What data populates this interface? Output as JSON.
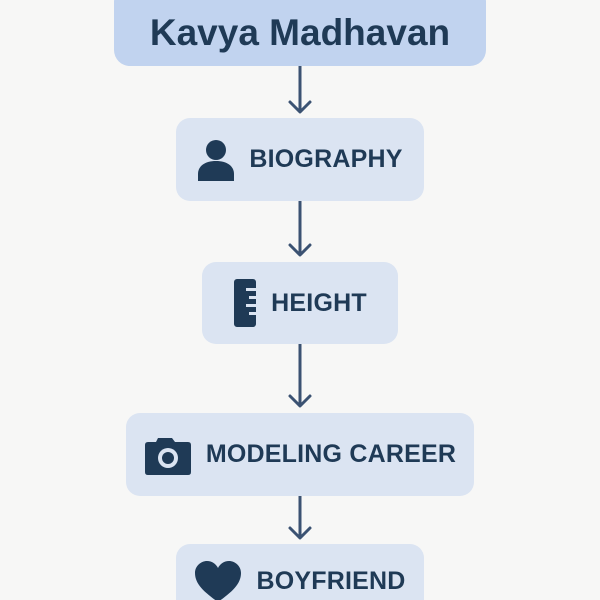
{
  "diagram": {
    "title": "Kavya Madhavan",
    "nodes": [
      {
        "label": "BIOGRAPHY",
        "icon": "person-icon"
      },
      {
        "label": "HEIGHT",
        "icon": "ruler-icon"
      },
      {
        "label": "MODELING CAREER",
        "icon": "camera-icon"
      },
      {
        "label": "BOYFRIEND",
        "icon": "heart-icon"
      }
    ],
    "colors": {
      "title_bg": "#c1d3ef",
      "node_bg": "#dbe4f2",
      "text": "#1f3a56",
      "arrow": "#3b5272",
      "background": "#f7f7f6"
    }
  }
}
